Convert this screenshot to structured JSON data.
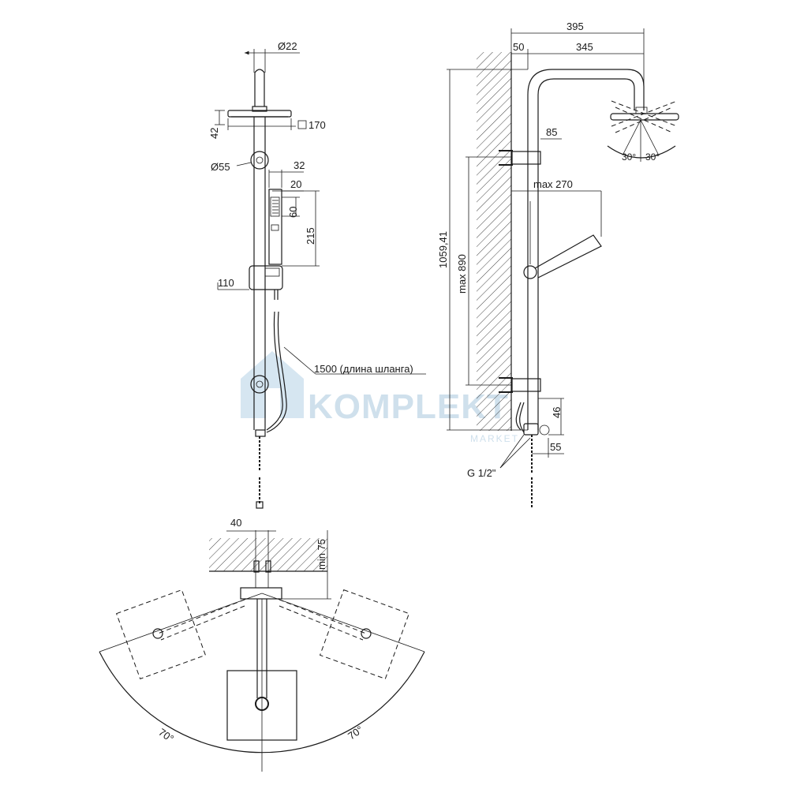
{
  "dimensions": {
    "front": {
      "rod_diameter": "Ø22",
      "head_depth": "42",
      "head_size": "170",
      "bracket_diameter": "Ø55",
      "hand_shower_width": "32",
      "hand_shower_head": "20",
      "hand_shower_face": "60",
      "hand_shower_length": "215",
      "holder_offset": "110",
      "hose_length": "1500 (длина шланга)"
    },
    "side": {
      "arm_total": "395",
      "wall_offset": "50",
      "arm_reach": "345",
      "bracket_offset": "85",
      "handshower_reach": "max 270",
      "total_height": "1059,41",
      "max_height": "max 890",
      "outlet_height": "46",
      "outlet_offset": "55",
      "thread": "G 1/2\"",
      "spray_angle_left": "30°",
      "spray_angle_right": "30°"
    },
    "plan": {
      "center_distance": "40",
      "wall_min": "min 75",
      "swing_left": "70°",
      "swing_right": "70°"
    }
  },
  "watermark": {
    "brand": "KOMPLEKT",
    "sub": "MARKET"
  },
  "colors": {
    "line": "#1a1a1a",
    "watermark": "#cfe0ec"
  }
}
